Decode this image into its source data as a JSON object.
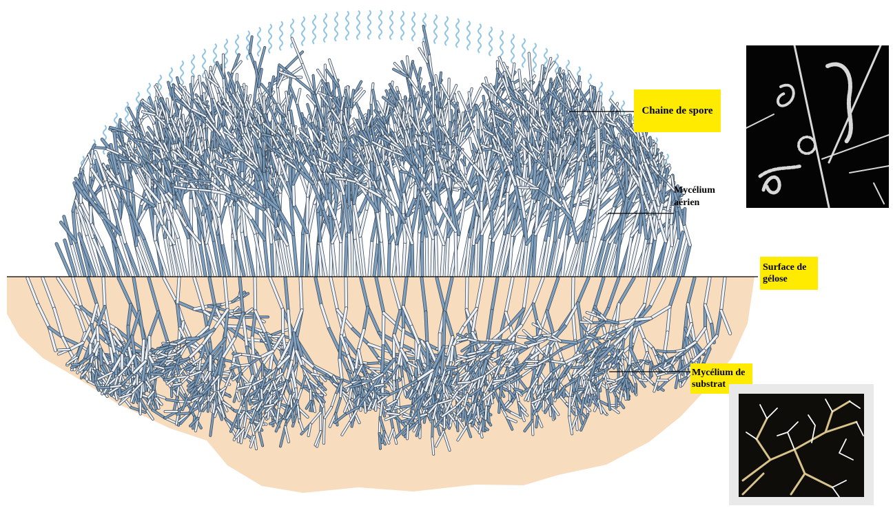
{
  "labels": {
    "chaine_de_spore": "Chaine de spore",
    "mycelium_aerien": "Mycélium aérien",
    "surface_de_gelose": "Surface de\ngélose",
    "mycelium_de_substrat": "Mycélium de\nsubstrat"
  },
  "colors": {
    "label_background": "#ffeb00",
    "agar": "#f8dcbe",
    "hyphae_outline": "#3a4a5a",
    "hyphae_fill": "#eef2f6",
    "hyphae_shade": "#7f9fbf",
    "spore_chain": "#8fc3e6",
    "leader_line": "#000000"
  },
  "icons": {
    "photo_top": "aerial-spore-chain-micrograph",
    "photo_bottom": "substrate-mycelium-micrograph"
  }
}
